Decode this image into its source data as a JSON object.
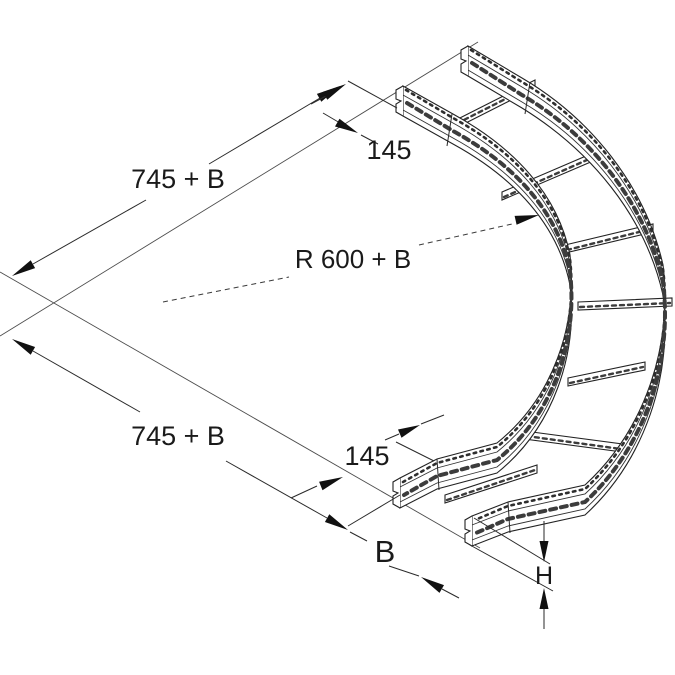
{
  "page": {
    "background": "#ffffff",
    "ink": "#1a1a1a"
  },
  "drawing": {
    "kind": "technical-dimension-drawing",
    "subject": "90-degree cable ladder bend shown in isometric view with perforated side rails and rungs",
    "labels": {
      "top_length": "745 + B",
      "top_tangent": "145",
      "radius": "R 600 + B",
      "bottom_length": "745 + B",
      "bottom_tangent": "145",
      "width": "B",
      "height": "H"
    }
  }
}
